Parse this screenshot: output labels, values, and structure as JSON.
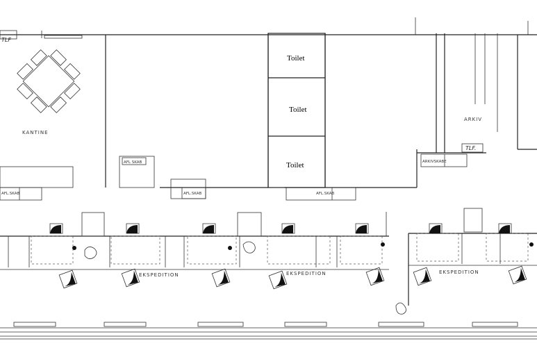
{
  "rooms": {
    "canteen": "KANTINE",
    "toilets": [
      "Toilet",
      "Toilet",
      "Toilet"
    ],
    "archive": "ARKIV",
    "expedition": [
      "EKSPEDITION",
      "EKSPEDITION",
      "EKSPEDITION"
    ]
  },
  "labels": {
    "tlf_left": "TLF",
    "tlf_right": "TLF.",
    "afl_skab_1": "AFL.SKAB",
    "afl_skab_2": "AFL SKAB",
    "afl_skab_3": "AFL.SKAB",
    "afl_skab_4": "AFL.SKAB",
    "arkivskabe": "ARKIVSKABE"
  },
  "colors": {
    "line": "#222222",
    "background": "#ffffff"
  }
}
